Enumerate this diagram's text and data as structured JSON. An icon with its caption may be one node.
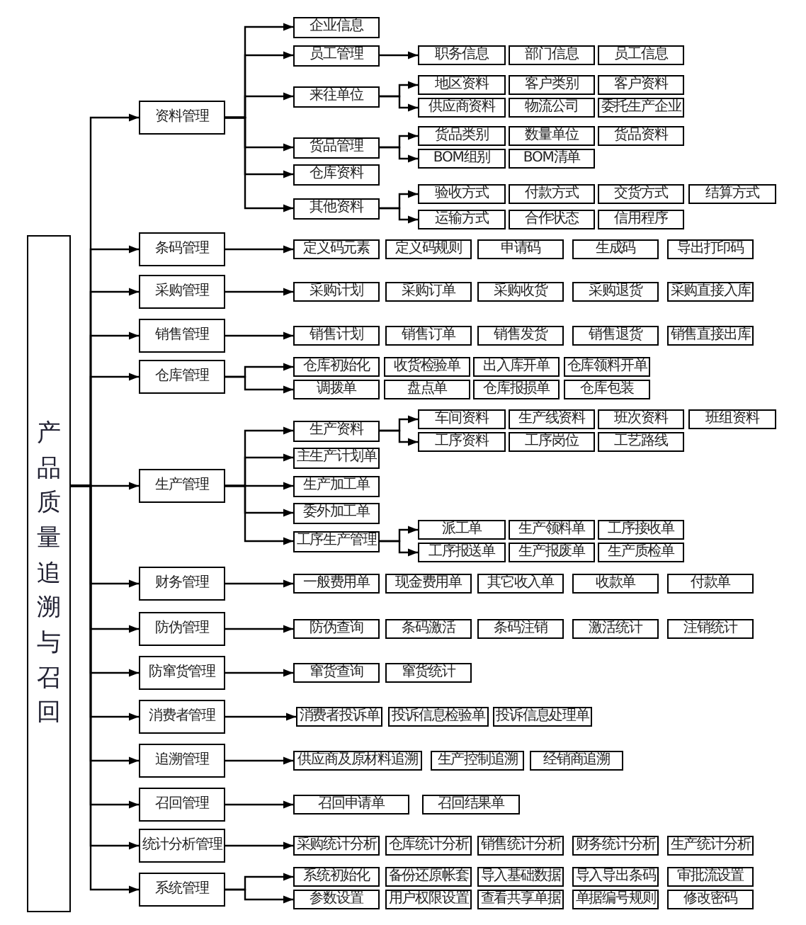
{
  "diagram": {
    "nodes": [
      {
        "text": [
          "产品质量追溯与召回"
        ]
      },
      {
        "text": [
          "资料管理"
        ]
      },
      {
        "text": [
          "企业信息"
        ]
      },
      {
        "text": [
          "员工管理"
        ]
      },
      {
        "text": [
          "职务信息"
        ]
      },
      {
        "text": [
          "部门信息"
        ]
      },
      {
        "text": [
          "员工信息"
        ]
      },
      {
        "text": [
          "来往单位"
        ]
      },
      {
        "text": [
          "地区资料"
        ]
      },
      {
        "text": [
          "客户类别"
        ]
      },
      {
        "text": [
          "客户资料"
        ]
      },
      {
        "text": [
          "供应商资料"
        ]
      },
      {
        "text": [
          "物流公司"
        ]
      },
      {
        "text": [
          "委托生产企业"
        ]
      },
      {
        "text": [
          "货品管理"
        ]
      },
      {
        "text": [
          "货品类别"
        ]
      },
      {
        "text": [
          "数量单位"
        ]
      },
      {
        "text": [
          "货品资料"
        ]
      },
      {
        "text": [
          "BOM组别"
        ]
      },
      {
        "text": [
          "BOM清单"
        ]
      },
      {
        "text": [
          "仓库资料"
        ]
      },
      {
        "text": [
          "其他资料"
        ]
      },
      {
        "text": [
          "验收方式"
        ]
      },
      {
        "text": [
          "付款方式"
        ]
      },
      {
        "text": [
          "交货方式"
        ]
      },
      {
        "text": [
          "结算方式"
        ]
      },
      {
        "text": [
          "运输方式"
        ]
      },
      {
        "text": [
          "合作状态"
        ]
      },
      {
        "text": [
          "信用程序"
        ]
      },
      {
        "text": [
          "条码管理"
        ]
      },
      {
        "text": [
          "定义码元素"
        ]
      },
      {
        "text": [
          "定义码规则"
        ]
      },
      {
        "text": [
          "申请码"
        ]
      },
      {
        "text": [
          "生成码"
        ]
      },
      {
        "text": [
          "导出打印码"
        ]
      },
      {
        "text": [
          "采购管理"
        ]
      },
      {
        "text": [
          "采购计划"
        ]
      },
      {
        "text": [
          "采购订单"
        ]
      },
      {
        "text": [
          "采购收货"
        ]
      },
      {
        "text": [
          "采购退货"
        ]
      },
      {
        "text": [
          "采购直接入库"
        ]
      },
      {
        "text": [
          "销售管理"
        ]
      },
      {
        "text": [
          "销售计划"
        ]
      },
      {
        "text": [
          "销售订单"
        ]
      },
      {
        "text": [
          "销售发货"
        ]
      },
      {
        "text": [
          "销售退货"
        ]
      },
      {
        "text": [
          "销售直接出库"
        ]
      },
      {
        "text": [
          "仓库管理"
        ]
      },
      {
        "text": [
          "仓库初始化"
        ]
      },
      {
        "text": [
          "收货检验单"
        ]
      },
      {
        "text": [
          "出入库开单"
        ]
      },
      {
        "text": [
          "仓库领料开单"
        ]
      },
      {
        "text": [
          "调拨单"
        ]
      },
      {
        "text": [
          "盘点单"
        ]
      },
      {
        "text": [
          "仓库报损单"
        ]
      },
      {
        "text": [
          "仓库包装"
        ]
      },
      {
        "text": [
          "生产管理"
        ]
      },
      {
        "text": [
          "生产资料"
        ]
      },
      {
        "text": [
          "车间资料"
        ]
      },
      {
        "text": [
          "生产线资料"
        ]
      },
      {
        "text": [
          "班次资料"
        ]
      },
      {
        "text": [
          "班组资料"
        ]
      },
      {
        "text": [
          "工序资料"
        ]
      },
      {
        "text": [
          "工序岗位"
        ]
      },
      {
        "text": [
          "工艺路线"
        ]
      },
      {
        "text": [
          "主生产计划单"
        ]
      },
      {
        "text": [
          "生产加工单"
        ]
      },
      {
        "text": [
          "委外加工单"
        ]
      },
      {
        "text": [
          "工序生产管理"
        ]
      },
      {
        "text": [
          "派工单"
        ]
      },
      {
        "text": [
          "生产领料单"
        ]
      },
      {
        "text": [
          "工序接收单"
        ]
      },
      {
        "text": [
          "工序报送单"
        ]
      },
      {
        "text": [
          "生产报废单"
        ]
      },
      {
        "text": [
          "生产质检单"
        ]
      },
      {
        "text": [
          "财务管理"
        ]
      },
      {
        "text": [
          "一般费用单"
        ]
      },
      {
        "text": [
          "现金费用单"
        ]
      },
      {
        "text": [
          "其它收入单"
        ]
      },
      {
        "text": [
          "收款单"
        ]
      },
      {
        "text": [
          "付款单"
        ]
      },
      {
        "text": [
          "防伪管理"
        ]
      },
      {
        "text": [
          "防伪查询"
        ]
      },
      {
        "text": [
          "条码激活"
        ]
      },
      {
        "text": [
          "条码注销"
        ]
      },
      {
        "text": [
          "激活统计"
        ]
      },
      {
        "text": [
          "注销统计"
        ]
      },
      {
        "text": [
          "防窜货管理"
        ]
      },
      {
        "text": [
          "窜货查询"
        ]
      },
      {
        "text": [
          "窜货统计"
        ]
      },
      {
        "text": [
          "消费者管理"
        ]
      },
      {
        "text": [
          "消费者投诉单"
        ]
      },
      {
        "text": [
          "投诉信息检验单"
        ]
      },
      {
        "text": [
          "投诉信息处理单"
        ]
      },
      {
        "text": [
          "追溯管理"
        ]
      },
      {
        "text": [
          "供应商及原材料追溯"
        ]
      },
      {
        "text": [
          "生产控制追溯"
        ]
      },
      {
        "text": [
          "经销商追溯"
        ]
      },
      {
        "text": [
          "召回管理"
        ]
      },
      {
        "text": [
          "召回申请单"
        ]
      },
      {
        "text": [
          "召回结果单"
        ]
      },
      {
        "text": [
          "统计分析管理"
        ]
      },
      {
        "text": [
          "采购统计分析"
        ]
      },
      {
        "text": [
          "仓库统计分析"
        ]
      },
      {
        "text": [
          "销售统计分析"
        ]
      },
      {
        "text": [
          "财务统计分析"
        ]
      },
      {
        "text": [
          "生产统计分析"
        ]
      },
      {
        "text": [
          "系统管理"
        ]
      },
      {
        "text": [
          "系统初始化"
        ]
      },
      {
        "text": [
          "备份还原帐套"
        ]
      },
      {
        "text": [
          "导入基础数据"
        ]
      },
      {
        "text": [
          "导入导出条码"
        ]
      },
      {
        "text": [
          "审批流设置"
        ]
      },
      {
        "text": [
          "参数设置"
        ]
      },
      {
        "text": [
          "用户权限设置"
        ]
      },
      {
        "text": [
          "查看共享单据"
        ]
      },
      {
        "text": [
          "单据编号规则"
        ]
      },
      {
        "text": [
          "修改密码"
        ]
      }
    ],
    "edges": [
      {
        "from": 0,
        "to": 1,
        "arrow": "to"
      },
      {
        "from": 0,
        "to": 29,
        "arrow": "to"
      },
      {
        "from": 0,
        "to": 35,
        "arrow": "to"
      },
      {
        "from": 0,
        "to": 41,
        "arrow": "to"
      },
      {
        "from": 0,
        "to": 47,
        "arrow": "to"
      },
      {
        "from": 0,
        "to": 56,
        "arrow": "to"
      },
      {
        "from": 0,
        "to": 75,
        "arrow": "to"
      },
      {
        "from": 0,
        "to": 81,
        "arrow": "to"
      },
      {
        "from": 0,
        "to": 87,
        "arrow": "to"
      },
      {
        "from": 0,
        "to": 90,
        "arrow": "to"
      },
      {
        "from": 0,
        "to": 94,
        "arrow": "to"
      },
      {
        "from": 0,
        "to": 98,
        "arrow": "to"
      },
      {
        "from": 0,
        "to": 101,
        "arrow": "to"
      },
      {
        "from": 0,
        "to": 107,
        "arrow": "to"
      },
      {
        "from": 1,
        "to": 2,
        "arrow": "to"
      },
      {
        "from": 1,
        "to": 3,
        "arrow": "to"
      },
      {
        "from": 1,
        "to": 7,
        "arrow": "to"
      },
      {
        "from": 1,
        "to": 14,
        "arrow": "to"
      },
      {
        "from": 1,
        "to": 20,
        "arrow": "to"
      },
      {
        "from": 1,
        "to": 21,
        "arrow": "to"
      },
      {
        "from": 3,
        "to": 4,
        "arrow": "to"
      },
      {
        "from": 7,
        "to": 8,
        "arrow": "to"
      },
      {
        "from": 7,
        "to": 11,
        "arrow": "to"
      },
      {
        "from": 14,
        "to": 15,
        "arrow": "to"
      },
      {
        "from": 14,
        "to": 18,
        "arrow": "to"
      },
      {
        "from": 21,
        "to": 22,
        "arrow": "to"
      },
      {
        "from": 21,
        "to": 26,
        "arrow": "to"
      },
      {
        "from": 29,
        "to": 30,
        "arrow": "to"
      },
      {
        "from": 35,
        "to": 36,
        "arrow": "to"
      },
      {
        "from": 41,
        "to": 42,
        "arrow": "to"
      },
      {
        "from": 47,
        "to": 48,
        "arrow": "to"
      },
      {
        "from": 47,
        "to": 52,
        "arrow": "to"
      },
      {
        "from": 56,
        "to": 57,
        "arrow": "to"
      },
      {
        "from": 56,
        "to": 65,
        "arrow": "to"
      },
      {
        "from": 56,
        "to": 66,
        "arrow": "to"
      },
      {
        "from": 56,
        "to": 67,
        "arrow": "to"
      },
      {
        "from": 56,
        "to": 68,
        "arrow": "to"
      },
      {
        "from": 57,
        "to": 58,
        "arrow": "to"
      },
      {
        "from": 57,
        "to": 62,
        "arrow": "to"
      },
      {
        "from": 68,
        "to": 69,
        "arrow": "to"
      },
      {
        "from": 68,
        "to": 72,
        "arrow": "to"
      },
      {
        "from": 75,
        "to": 76,
        "arrow": "to"
      },
      {
        "from": 81,
        "to": 82,
        "arrow": "to"
      },
      {
        "from": 87,
        "to": 88,
        "arrow": "to"
      },
      {
        "from": 90,
        "to": 91,
        "arrow": "to"
      },
      {
        "from": 94,
        "to": 95,
        "arrow": "to"
      },
      {
        "from": 98,
        "to": 99,
        "arrow": "to"
      },
      {
        "from": 101,
        "to": 102,
        "arrow": "to"
      },
      {
        "from": 107,
        "to": 108,
        "arrow": "to"
      },
      {
        "from": 107,
        "to": 113,
        "arrow": "to"
      }
    ]
  }
}
